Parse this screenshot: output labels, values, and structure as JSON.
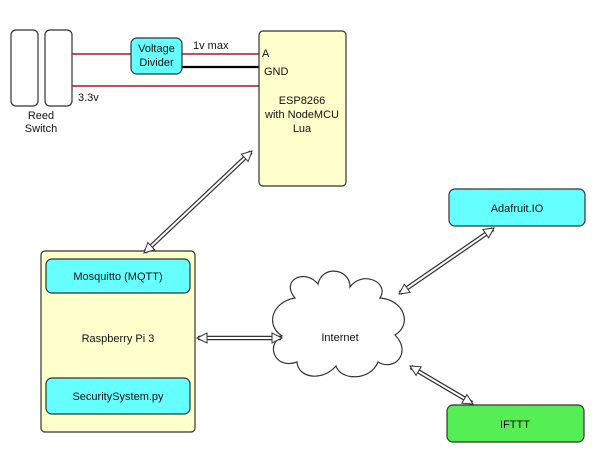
{
  "colors": {
    "yellow_fill": "#ffffcc",
    "cyan_fill": "#66ffff",
    "green_fill": "#55ee55",
    "outline": "#222222",
    "wire_red": "#aa1a1a",
    "wire_black": "#000000"
  },
  "reed_switch": {
    "label_line1": "Reed",
    "label_line2": "Switch"
  },
  "voltage_divider": {
    "label_line1": "Voltage",
    "label_line2": "Divider"
  },
  "wires": {
    "a_label": "1v max",
    "supply_label": "3.3v"
  },
  "esp8266": {
    "pin_a": "A",
    "pin_gnd": "GND",
    "title_line1": "ESP8266",
    "title_line2": "with NodeMCU",
    "title_line3": "Lua"
  },
  "raspberry_pi": {
    "title": "Raspberry Pi 3",
    "mqtt_label": "Mosquitto (MQTT)",
    "script_label": "SecuritySystem.py"
  },
  "internet": {
    "label": "Internet"
  },
  "adafruit": {
    "label": "Adafruit.IO"
  },
  "ifttt": {
    "label": "IFTTT"
  }
}
